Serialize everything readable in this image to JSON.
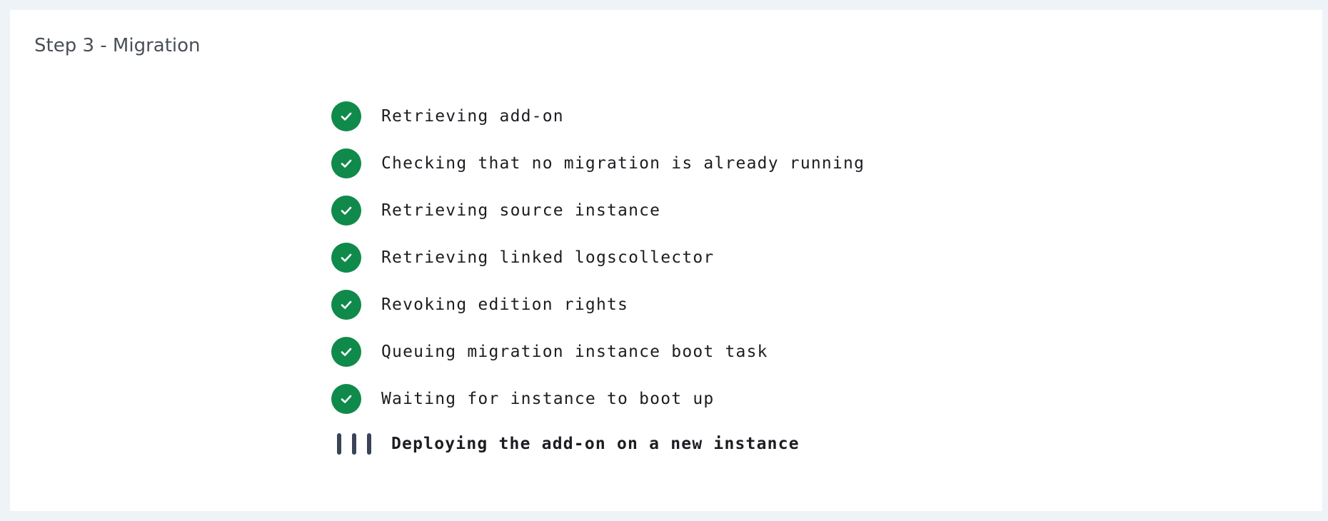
{
  "panel": {
    "title": "Step 3 - Migration"
  },
  "colors": {
    "success": "#0f8a4a",
    "spinner": "#3a4358",
    "text": "#1b1d21",
    "title": "#4a4f57"
  },
  "steps": [
    {
      "label": "Retrieving add-on",
      "status": "done",
      "icon": "check-circle-icon"
    },
    {
      "label": "Checking that no migration is already running",
      "status": "done",
      "icon": "check-circle-icon"
    },
    {
      "label": "Retrieving source instance",
      "status": "done",
      "icon": "check-circle-icon"
    },
    {
      "label": "Retrieving linked logscollector",
      "status": "done",
      "icon": "check-circle-icon"
    },
    {
      "label": "Revoking edition rights",
      "status": "done",
      "icon": "check-circle-icon"
    },
    {
      "label": "Queuing migration instance boot task",
      "status": "done",
      "icon": "check-circle-icon"
    },
    {
      "label": "Waiting for instance to boot up",
      "status": "done",
      "icon": "check-circle-icon"
    },
    {
      "label": "Deploying the add-on on a new instance",
      "status": "in-progress",
      "icon": "loading-bars-icon"
    }
  ]
}
